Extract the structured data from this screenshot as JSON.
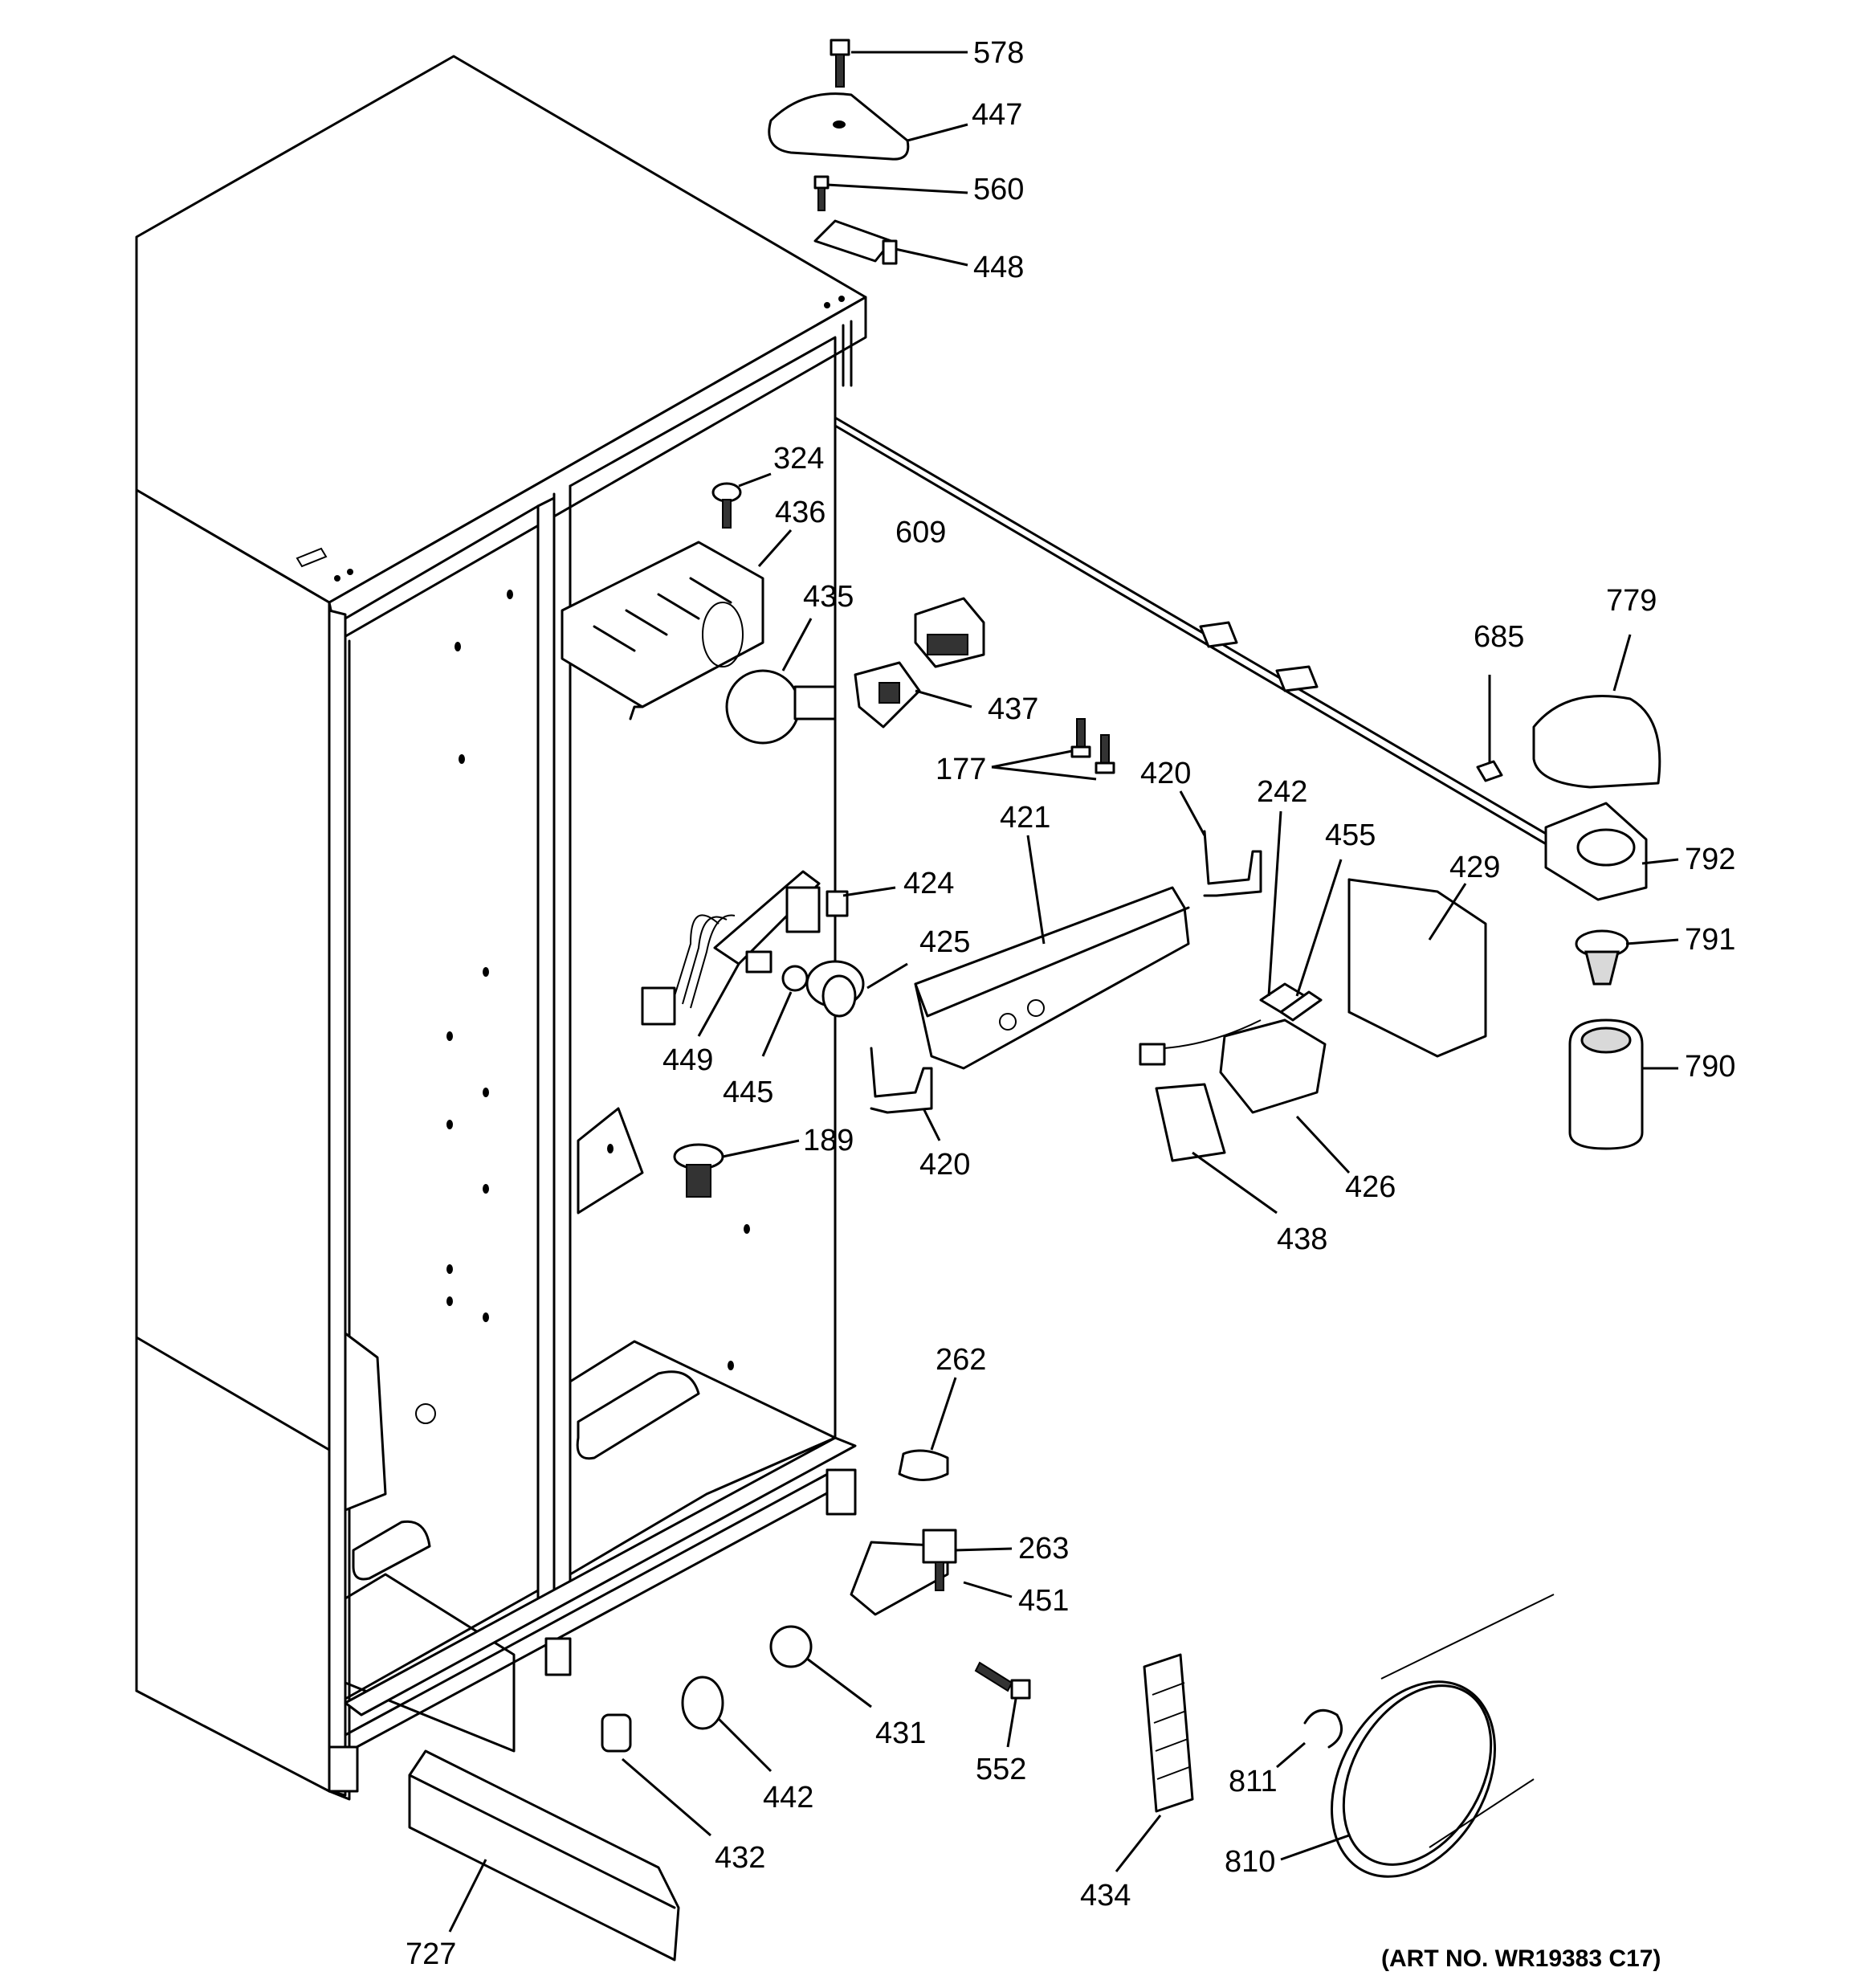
{
  "diagram": {
    "part_labels": [
      "578",
      "447",
      "560",
      "448",
      "324",
      "436",
      "609",
      "435",
      "437",
      "779",
      "685",
      "177",
      "420",
      "242",
      "455",
      "421",
      "424",
      "429",
      "792",
      "425",
      "791",
      "449",
      "445",
      "790",
      "420",
      "426",
      "189",
      "438",
      "262",
      "263",
      "451",
      "431",
      "552",
      "442",
      "811",
      "434",
      "432",
      "810",
      "727"
    ],
    "art_number": "(ART NO. WR19383 C17)"
  }
}
